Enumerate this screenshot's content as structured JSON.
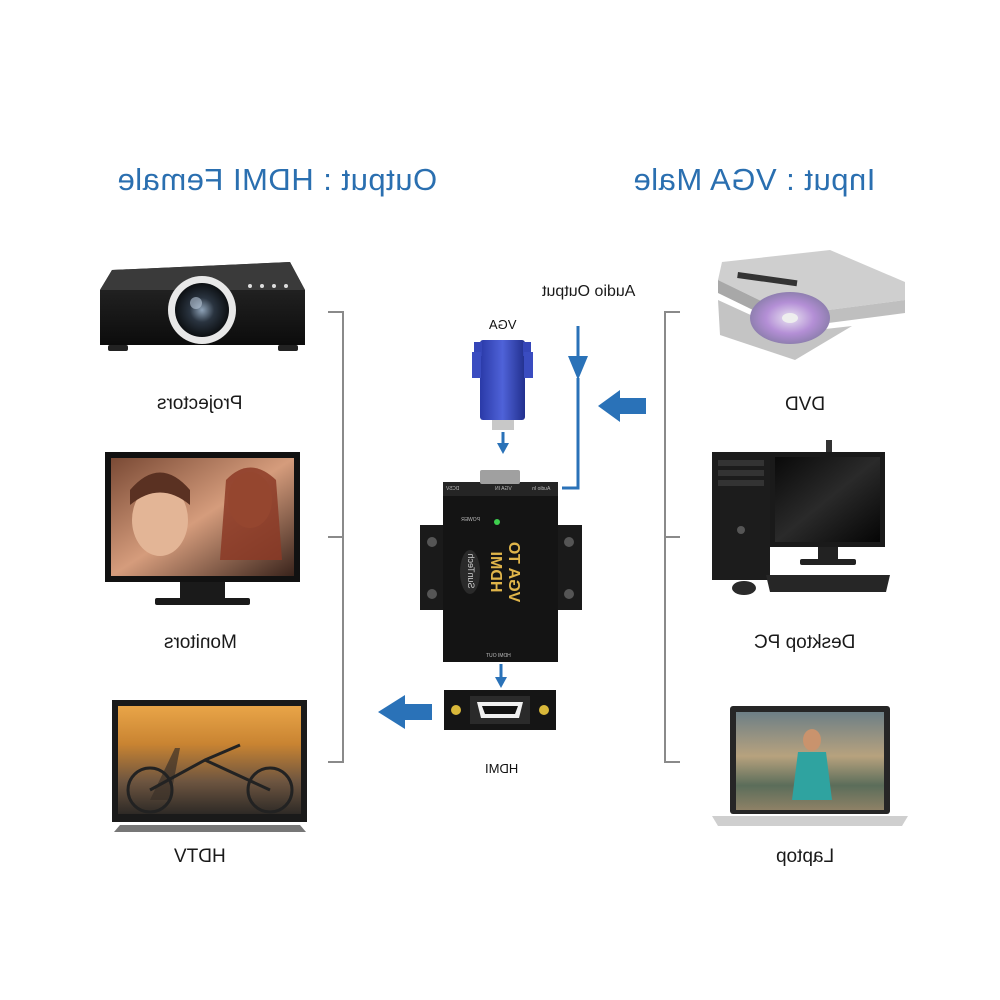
{
  "headings": {
    "output": "Output : HDMI Female",
    "input": "Input : VGA Male"
  },
  "output_devices": [
    {
      "label": "Projectors",
      "icon": "projector-icon"
    },
    {
      "label": "Monitors",
      "icon": "monitor-icon"
    },
    {
      "label": "HDTV",
      "icon": "hdtv-icon"
    }
  ],
  "input_devices": [
    {
      "label": "DVD",
      "icon": "dvd-player-icon"
    },
    {
      "label": "Desktop PC",
      "icon": "desktop-pc-icon"
    },
    {
      "label": "Laptop",
      "icon": "laptop-icon"
    }
  ],
  "center": {
    "audio_output": "Audio Output",
    "vga": "VGA",
    "hdmi": "HDMI",
    "device": {
      "title": "VGA TO HDMI",
      "brand": "SunTech",
      "power": "POWER",
      "dc": "DC5V",
      "vga_in": "VGA IN",
      "audio_in": "Audio In",
      "hdmi_out": "HDMI OUT"
    }
  },
  "colors": {
    "accent": "#2a6fb0",
    "arrow": "#2a72b8"
  }
}
